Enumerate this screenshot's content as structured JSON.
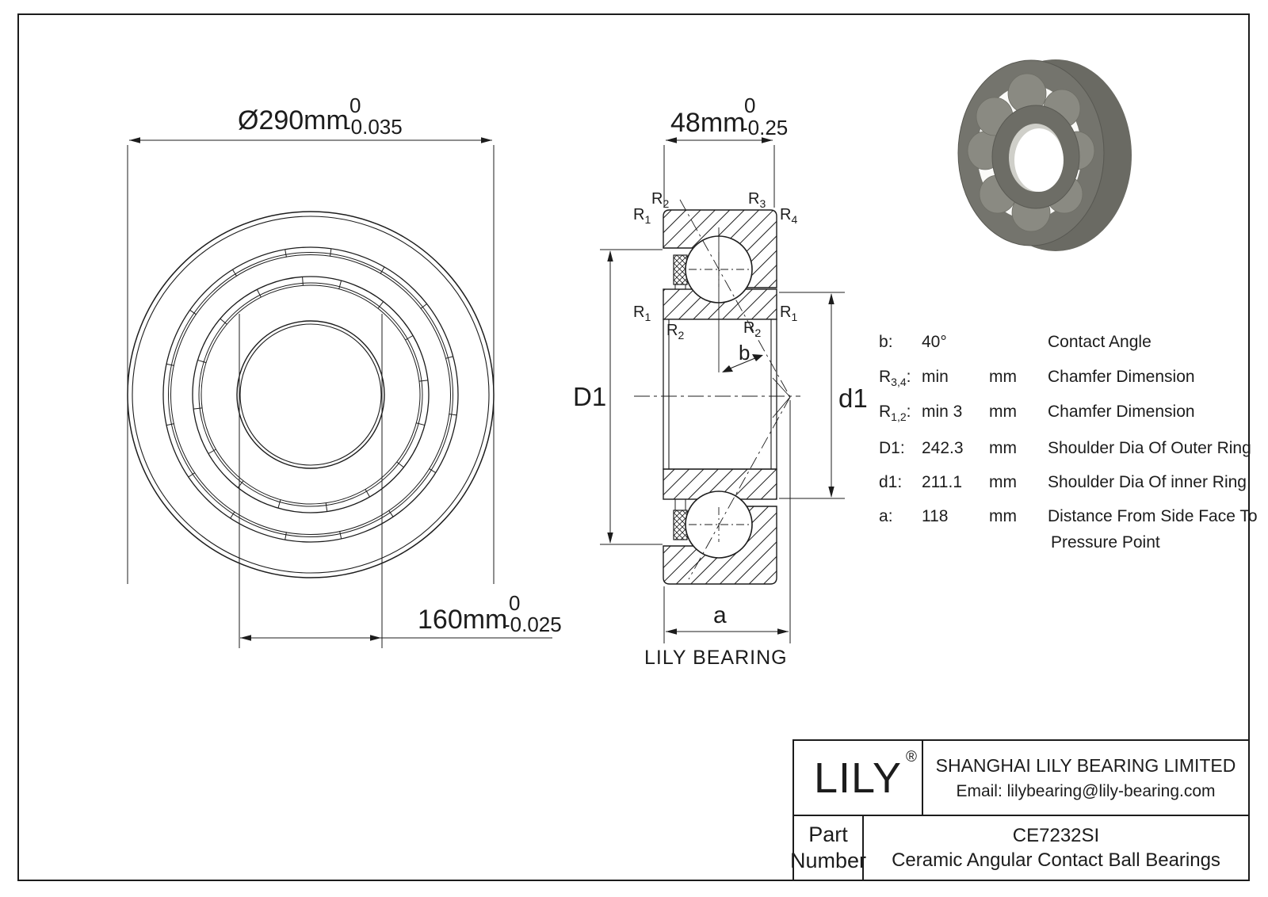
{
  "colors": {
    "line": "#1c1c1c",
    "render_body_side": "#6a6a63",
    "render_body_front": "#74746d",
    "render_ball": "#8a8a82",
    "render_inner_ring": "#6d6d66",
    "render_bore_wall": "#cfcfc9"
  },
  "dimensions": {
    "outer_dia": {
      "main": "Ø290mm",
      "tol_top": "0",
      "tol_bottom": "-0.035"
    },
    "width": {
      "main": "48mm",
      "tol_top": "0",
      "tol_bottom": "-0.25"
    },
    "bore_dia": {
      "main": "160mm",
      "tol_top": "0",
      "tol_bottom": "-0.025"
    }
  },
  "section_labels": {
    "D1": "D1",
    "d1": "d1",
    "a": "a",
    "b": "b"
  },
  "r_labels": [
    {
      "main": "R",
      "sub": "2"
    },
    {
      "main": "R",
      "sub": "3"
    },
    {
      "main": "R",
      "sub": "1"
    },
    {
      "main": "R",
      "sub": "4"
    },
    {
      "main": "R",
      "sub": "1"
    },
    {
      "main": "R",
      "sub": "1"
    },
    {
      "main": "R",
      "sub": "2"
    },
    {
      "main": "R",
      "sub": "2"
    }
  ],
  "watermark": "LILY BEARING",
  "specs": {
    "rows": [
      {
        "label_main": "b",
        "label_sub": "",
        "label_end": ":",
        "value": "40°",
        "unit": "",
        "desc": "Contact Angle",
        "desc2": ""
      },
      {
        "label_main": "R",
        "label_sub": "3,4",
        "label_end": ":",
        "value": "min",
        "unit": "mm",
        "desc": "Chamfer Dimension",
        "desc2": ""
      },
      {
        "label_main": "R",
        "label_sub": "1,2",
        "label_end": ":",
        "value": "min 3",
        "unit": "mm",
        "desc": "Chamfer Dimension",
        "desc2": ""
      },
      {
        "label_main": "D1",
        "label_sub": "",
        "label_end": ":",
        "value": "242.3",
        "unit": "mm",
        "desc": "Shoulder Dia Of Outer Ring",
        "desc2": ""
      },
      {
        "label_main": "d1",
        "label_sub": "",
        "label_end": ":",
        "value": "211.1",
        "unit": "mm",
        "desc": "Shoulder Dia Of inner Ring",
        "desc2": ""
      },
      {
        "label_main": "a",
        "label_sub": "",
        "label_end": ":",
        "value": "118",
        "unit": "mm",
        "desc": "Distance From Side Face To",
        "desc2": "Pressure Point"
      }
    ]
  },
  "title_block": {
    "logo": "LILY",
    "reg": "®",
    "company": "SHANGHAI LILY BEARING LIMITED",
    "email": "Email: lilybearing@lily-bearing.com",
    "part_label_line1": "Part",
    "part_label_line2": "Number",
    "part_number": "CE7232SI",
    "part_desc": "Ceramic Angular Contact Ball Bearings"
  }
}
